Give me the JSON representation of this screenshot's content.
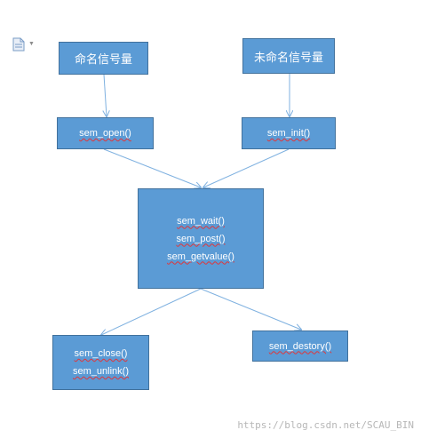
{
  "nodes": {
    "named_sem": {
      "label": "命名信号量"
    },
    "unnamed_sem": {
      "label": "未命名信号量"
    },
    "sem_open": {
      "label": "sem_open()"
    },
    "sem_init": {
      "label": "sem_init()"
    },
    "center": {
      "lines": [
        "sem_wait()",
        "sem_post()",
        "sem_getvalue()"
      ]
    },
    "close_unlink": {
      "lines": [
        "sem_close()",
        "sem_unlink()"
      ]
    },
    "sem_destory": {
      "label": "sem_destory()"
    }
  },
  "icons": {
    "corner": "document-icon",
    "corner_caret": "caret-down-icon"
  },
  "watermark": "https://blog.csdn.net/SCAU_BIN",
  "colors": {
    "box_fill": "#5b9bd5",
    "box_border": "#41719c",
    "arrow": "#7fb1e0",
    "squiggle": "#e0363a"
  }
}
